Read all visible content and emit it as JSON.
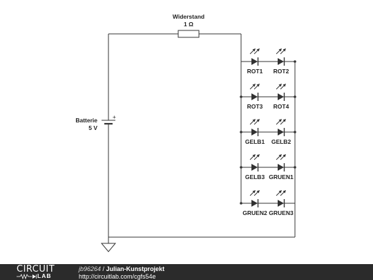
{
  "schematic": {
    "resistor": {
      "name": "Widerstand",
      "value": "1 Ω"
    },
    "battery": {
      "name": "Batterie",
      "value": "5 V",
      "polarity": "+"
    },
    "leds": [
      {
        "label": "ROT1"
      },
      {
        "label": "ROT2"
      },
      {
        "label": "ROT3"
      },
      {
        "label": "ROT4"
      },
      {
        "label": "GELB1"
      },
      {
        "label": "GELB2"
      },
      {
        "label": "GELB3"
      },
      {
        "label": "GRUEN1"
      },
      {
        "label": "GRUEN2"
      },
      {
        "label": "GRUEN3"
      }
    ],
    "ground": "ground-symbol"
  },
  "footer": {
    "logo_top": "CIRCUIT",
    "logo_bottom": "LAB",
    "user": "jb96264",
    "separator": " / ",
    "title": "Julian-Kunstprojekt",
    "url": "http://circuitlab.com/cgfs54e"
  },
  "colors": {
    "wire": "#333333",
    "footer_bg": "#2b2b2b",
    "footer_text": "#ffffff"
  }
}
